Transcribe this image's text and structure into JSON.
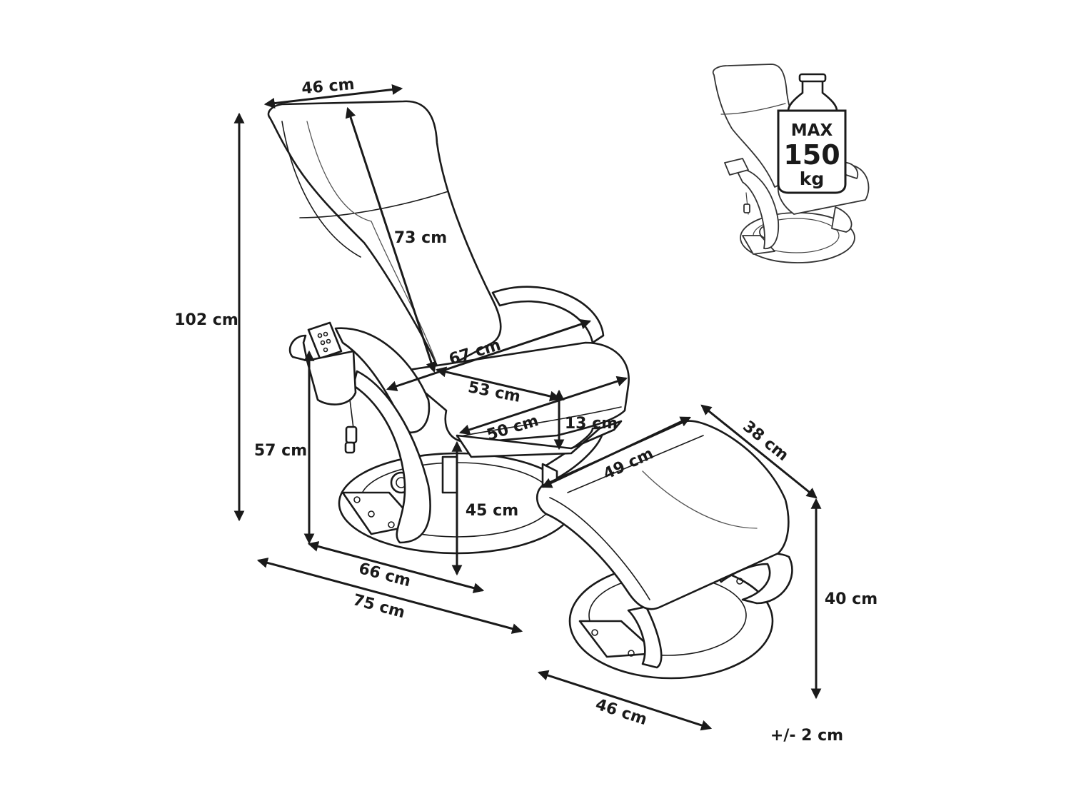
{
  "dimensions": {
    "backrest_width": "46 cm",
    "backrest_length": "73 cm",
    "total_height": "102 cm",
    "chair_width": "67 cm",
    "seat_depth": "53 cm",
    "seat_width": "50 cm",
    "seat_thickness": "13 cm",
    "armrest_height": "57 cm",
    "seat_height": "45 cm",
    "base_depth": "66 cm",
    "total_depth": "75 cm",
    "ottoman_length": "49 cm",
    "ottoman_width": "38 cm",
    "ottoman_height": "40 cm",
    "ottoman_base": "46 cm"
  },
  "tolerance": "+/- 2 cm",
  "weight_badge": {
    "line1": "MAX",
    "line2": "150",
    "line3": "kg"
  },
  "colors": {
    "ink": "#1a1a1a",
    "background": "#ffffff"
  }
}
